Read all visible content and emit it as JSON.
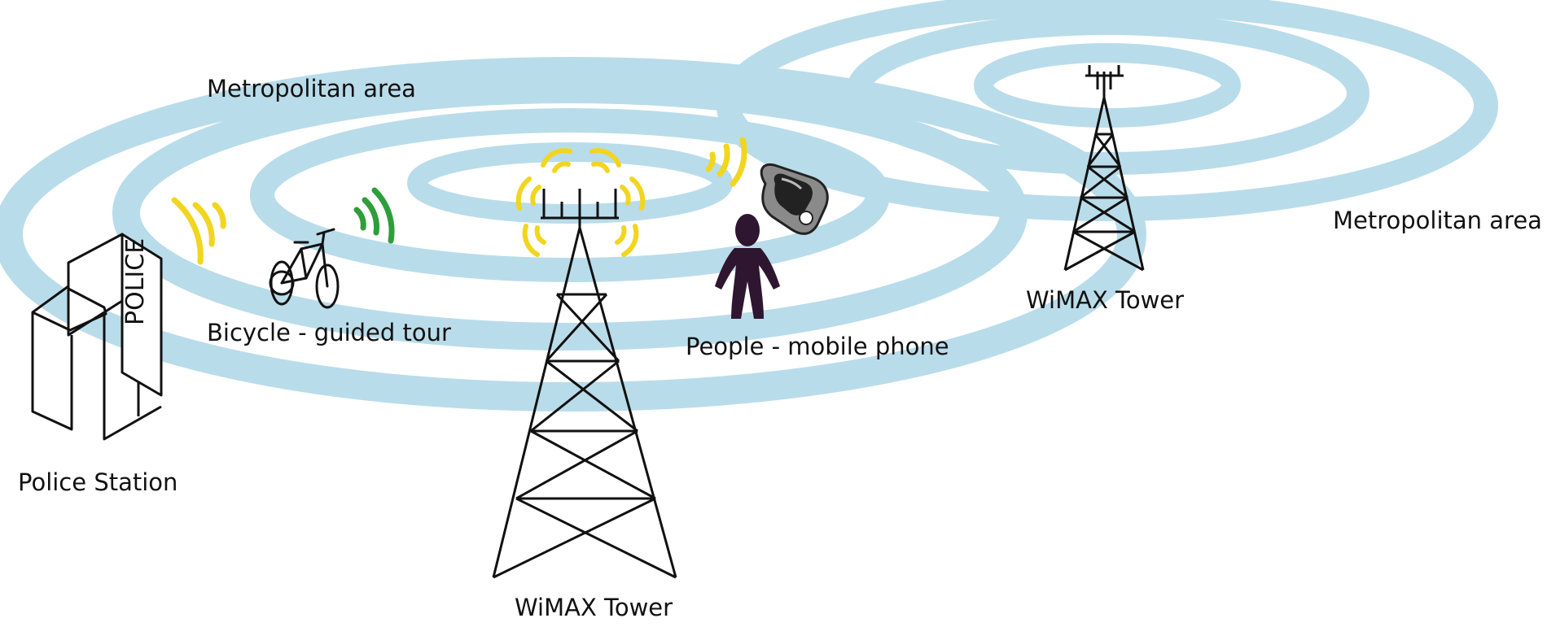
{
  "labels": {
    "metro_area_left": "Metropolitan area",
    "metro_area_right": "Metropolitan area",
    "bicycle": "Bicycle - guided tour",
    "people": "People - mobile phone",
    "police_station": "Police Station",
    "police_sign": "POLICE",
    "tower_main": "WiMAX Tower",
    "tower_secondary": "WiMAX Tower"
  },
  "colors": {
    "coverage_ring": "#b9dcea",
    "signal_yellow": "#f2d51f",
    "signal_green": "#2e9e3a",
    "person": "#2e1530",
    "phone_body": "#8a8a8a",
    "line": "#111111"
  },
  "icons": [
    "wimax-tower-icon",
    "bicycle-icon",
    "person-icon",
    "mobile-phone-icon",
    "police-station-icon",
    "signal-wave-icon"
  ]
}
